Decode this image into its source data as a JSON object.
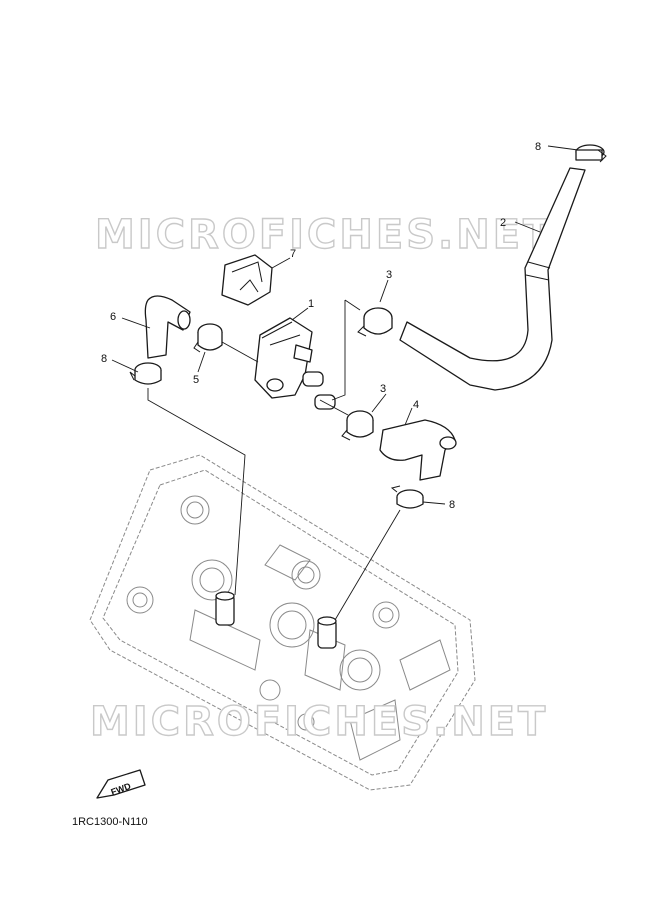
{
  "watermarks": [
    "MICROFICHES.NET",
    "MICROFICHES.NET"
  ],
  "callouts": {
    "part_1": "1",
    "part_2": "2",
    "part_3_upper": "3",
    "part_3_lower": "3",
    "part_4": "4",
    "part_5": "5",
    "part_6": "6",
    "part_7": "7",
    "part_8_top": "8",
    "part_8_left": "8",
    "part_8_right": "8"
  },
  "fwd_marker": "FWD",
  "diagram_code": "1RC1300-N110"
}
